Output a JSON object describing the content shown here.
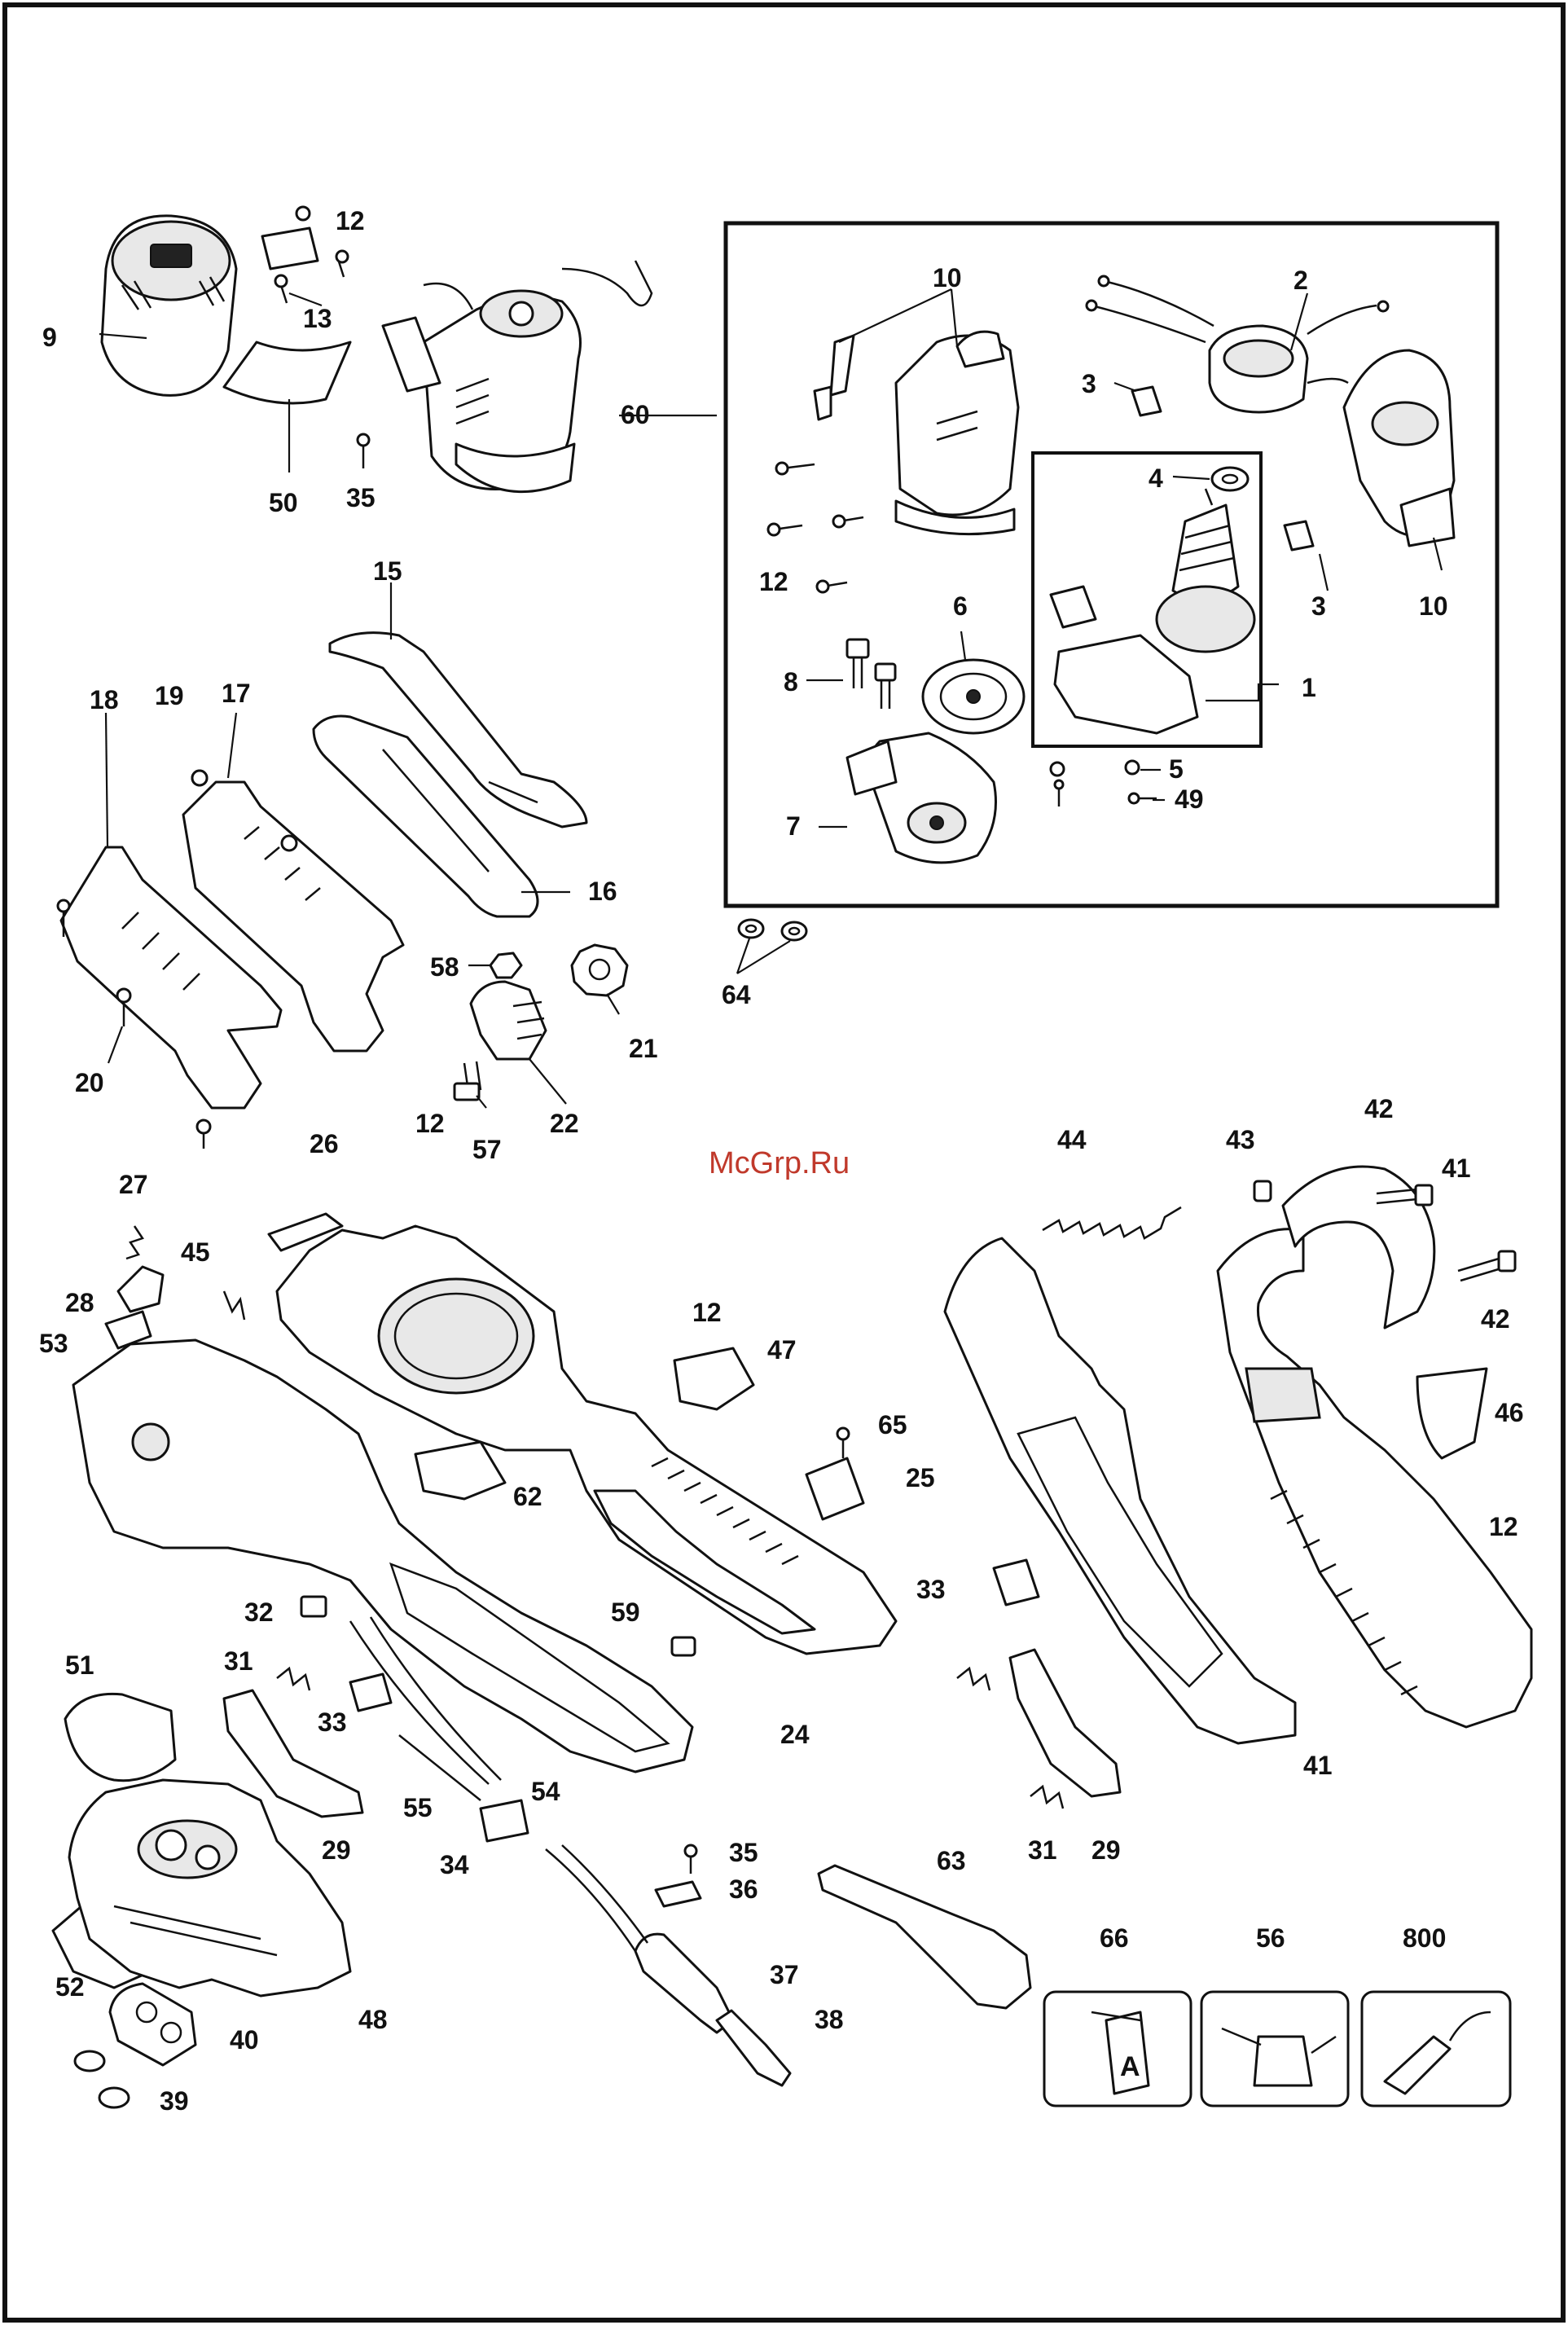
{
  "watermark": "McGrp.Ru",
  "callouts": [
    {
      "id": "c-12a",
      "label": "12"
    },
    {
      "id": "c-9",
      "label": "9"
    },
    {
      "id": "c-13",
      "label": "13"
    },
    {
      "id": "c-50",
      "label": "50"
    },
    {
      "id": "c-35a",
      "label": "35"
    },
    {
      "id": "c-60",
      "label": "60"
    },
    {
      "id": "c-10a",
      "label": "10"
    },
    {
      "id": "c-2",
      "label": "2"
    },
    {
      "id": "c-3a",
      "label": "3"
    },
    {
      "id": "c-4",
      "label": "4"
    },
    {
      "id": "c-3b",
      "label": "3"
    },
    {
      "id": "c-10b",
      "label": "10"
    },
    {
      "id": "c-12b",
      "label": "12"
    },
    {
      "id": "c-6",
      "label": "6"
    },
    {
      "id": "c-8",
      "label": "8"
    },
    {
      "id": "c-1",
      "label": "1"
    },
    {
      "id": "c-7",
      "label": "7"
    },
    {
      "id": "c-5",
      "label": "5"
    },
    {
      "id": "c-49",
      "label": "49"
    },
    {
      "id": "c-15",
      "label": "15"
    },
    {
      "id": "c-18",
      "label": "18"
    },
    {
      "id": "c-19",
      "label": "19"
    },
    {
      "id": "c-17",
      "label": "17"
    },
    {
      "id": "c-16",
      "label": "16"
    },
    {
      "id": "c-58",
      "label": "58"
    },
    {
      "id": "c-21",
      "label": "21"
    },
    {
      "id": "c-64",
      "label": "64"
    },
    {
      "id": "c-20",
      "label": "20"
    },
    {
      "id": "c-22",
      "label": "22"
    },
    {
      "id": "c-57",
      "label": "57"
    },
    {
      "id": "c-12c",
      "label": "12"
    },
    {
      "id": "c-26",
      "label": "26"
    },
    {
      "id": "c-27",
      "label": "27"
    },
    {
      "id": "c-45",
      "label": "45"
    },
    {
      "id": "c-28",
      "label": "28"
    },
    {
      "id": "c-53",
      "label": "53"
    },
    {
      "id": "c-12d",
      "label": "12"
    },
    {
      "id": "c-47",
      "label": "47"
    },
    {
      "id": "c-65",
      "label": "65"
    },
    {
      "id": "c-25",
      "label": "25"
    },
    {
      "id": "c-62",
      "label": "62"
    },
    {
      "id": "c-44",
      "label": "44"
    },
    {
      "id": "c-43",
      "label": "43"
    },
    {
      "id": "c-42a",
      "label": "42"
    },
    {
      "id": "c-41a",
      "label": "41"
    },
    {
      "id": "c-42b",
      "label": "42"
    },
    {
      "id": "c-46",
      "label": "46"
    },
    {
      "id": "c-12e",
      "label": "12"
    },
    {
      "id": "c-32",
      "label": "32"
    },
    {
      "id": "c-59",
      "label": "59"
    },
    {
      "id": "c-33a",
      "label": "33"
    },
    {
      "id": "c-33b",
      "label": "33"
    },
    {
      "id": "c-51",
      "label": "51"
    },
    {
      "id": "c-31a",
      "label": "31"
    },
    {
      "id": "c-24",
      "label": "24"
    },
    {
      "id": "c-41b",
      "label": "41"
    },
    {
      "id": "c-54",
      "label": "54"
    },
    {
      "id": "c-55",
      "label": "55"
    },
    {
      "id": "c-29a",
      "label": "29"
    },
    {
      "id": "c-31b",
      "label": "31"
    },
    {
      "id": "c-29b",
      "label": "29"
    },
    {
      "id": "c-34",
      "label": "34"
    },
    {
      "id": "c-35b",
      "label": "35"
    },
    {
      "id": "c-36",
      "label": "36"
    },
    {
      "id": "c-63",
      "label": "63"
    },
    {
      "id": "c-66",
      "label": "66"
    },
    {
      "id": "c-56",
      "label": "56"
    },
    {
      "id": "c-800",
      "label": "800"
    },
    {
      "id": "c-52",
      "label": "52"
    },
    {
      "id": "c-48",
      "label": "48"
    },
    {
      "id": "c-37",
      "label": "37"
    },
    {
      "id": "c-40",
      "label": "40"
    },
    {
      "id": "c-38",
      "label": "38"
    },
    {
      "id": "c-39",
      "label": "39"
    }
  ],
  "accessory_box_66_glyph": "A"
}
